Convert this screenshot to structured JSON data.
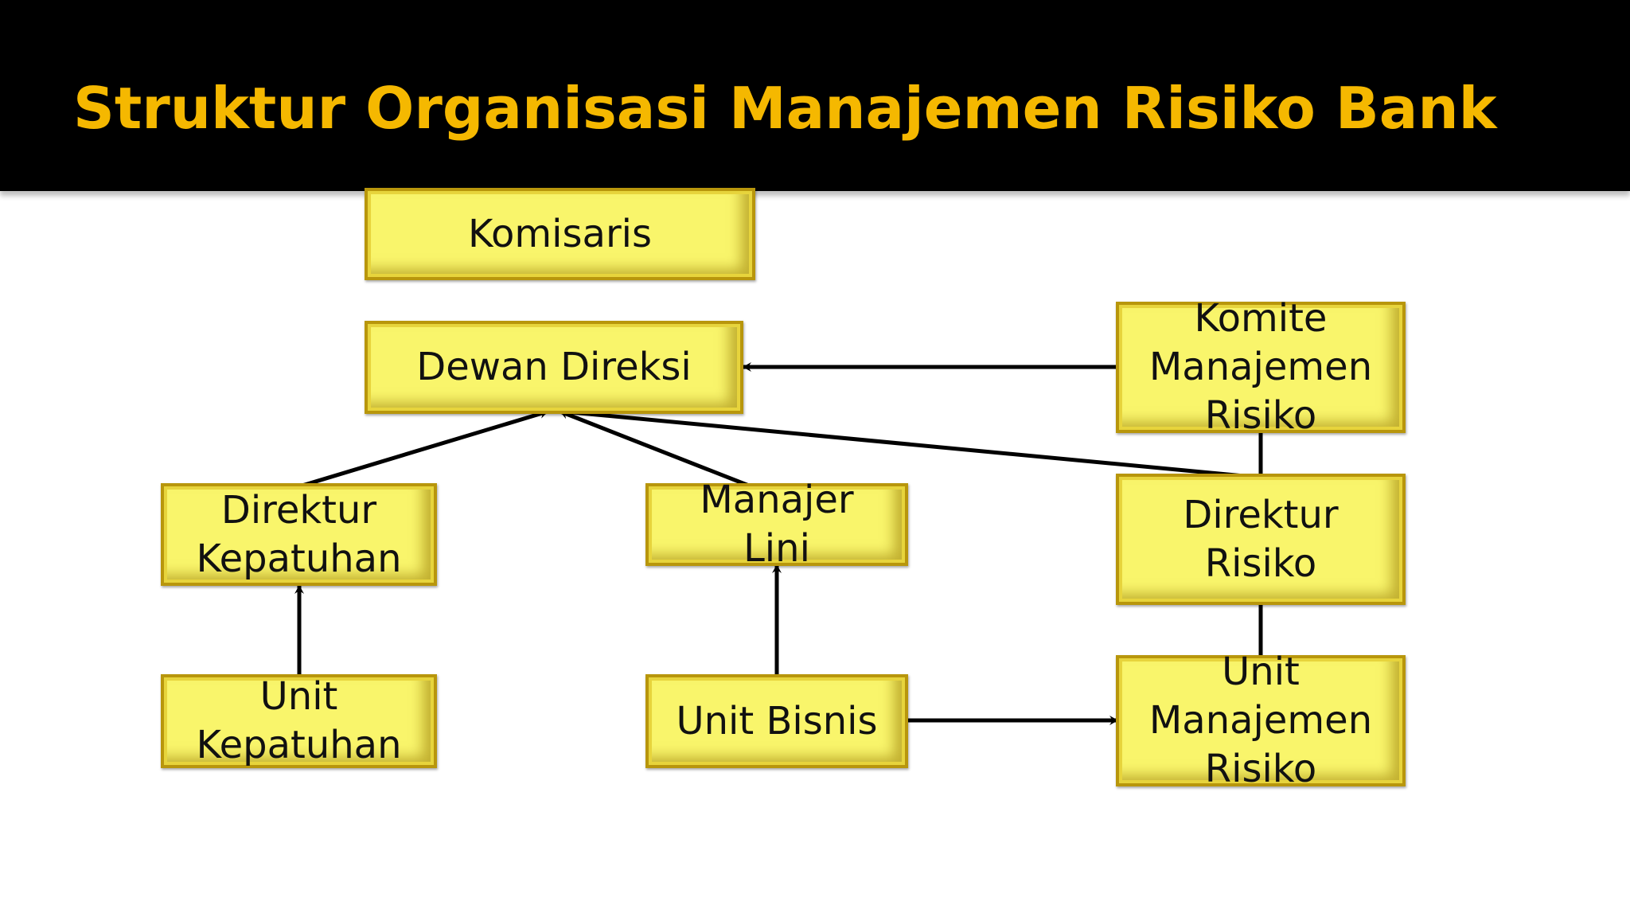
{
  "title": "Struktur Organisasi Manajemen Risiko Bank",
  "colors": {
    "title_bar": "#000000",
    "title_text": "#f5b800",
    "box_fill": "#f9f56b",
    "box_border": "#b8960c",
    "connector": "#000000"
  },
  "boxes": {
    "komisaris": "Komisaris",
    "dewan_direksi": "Dewan Direksi",
    "komite_manajemen_risiko": "Komite\nManajemen\nRisiko",
    "direktur_kepatuhan": "Direktur\nKepatuhan",
    "manajer_lini": "Manajer\nLini",
    "direktur_risiko": "Direktur\nRisiko",
    "unit_kepatuhan": "Unit\nKepatuhan",
    "unit_bisnis": "Unit Bisnis",
    "unit_manajemen_risiko": "Unit\nManajemen\nRisiko"
  }
}
